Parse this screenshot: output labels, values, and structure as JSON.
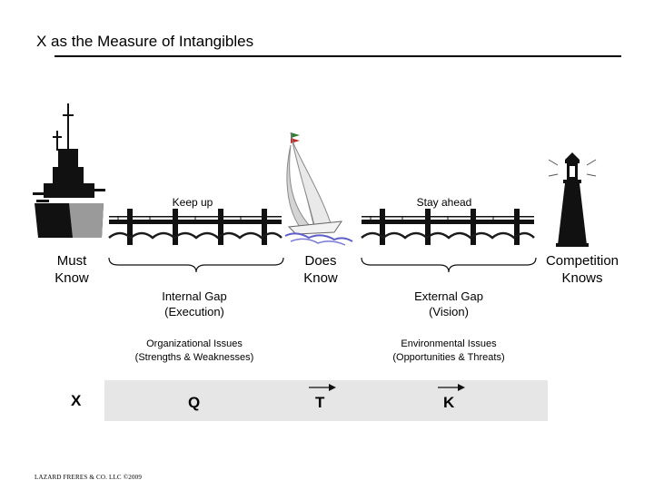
{
  "slide": {
    "title": "X as the Measure of Intangibles"
  },
  "bridges": {
    "left_label": "Keep up",
    "right_label": "Stay ahead"
  },
  "positions": {
    "left": "Must Know",
    "middle": "Does Know",
    "right": "Competition Knows"
  },
  "gaps": {
    "internal": {
      "title": "Internal Gap",
      "subtitle": "(Execution)"
    },
    "external": {
      "title": "External Gap",
      "subtitle": "(Vision)"
    }
  },
  "issues": {
    "organizational": {
      "title": "Organizational Issues",
      "detail": "(Strengths & Weaknesses)"
    },
    "environmental": {
      "title": "Environmental Issues",
      "detail": "(Opportunities & Threats)"
    }
  },
  "formula": {
    "x": "X",
    "q": "Q",
    "t": "T",
    "k": "K"
  },
  "footer": "LAZARD FRERES & CO. LLC ©2009",
  "colors": {
    "band": "#e6e6e6",
    "illustration": "#111111",
    "wave": "#1a1a1a"
  },
  "icons": [
    "battleship-icon",
    "sailboat-icon",
    "lighthouse-icon",
    "bridge-icon",
    "brace-icon",
    "arrow-right-icon"
  ]
}
